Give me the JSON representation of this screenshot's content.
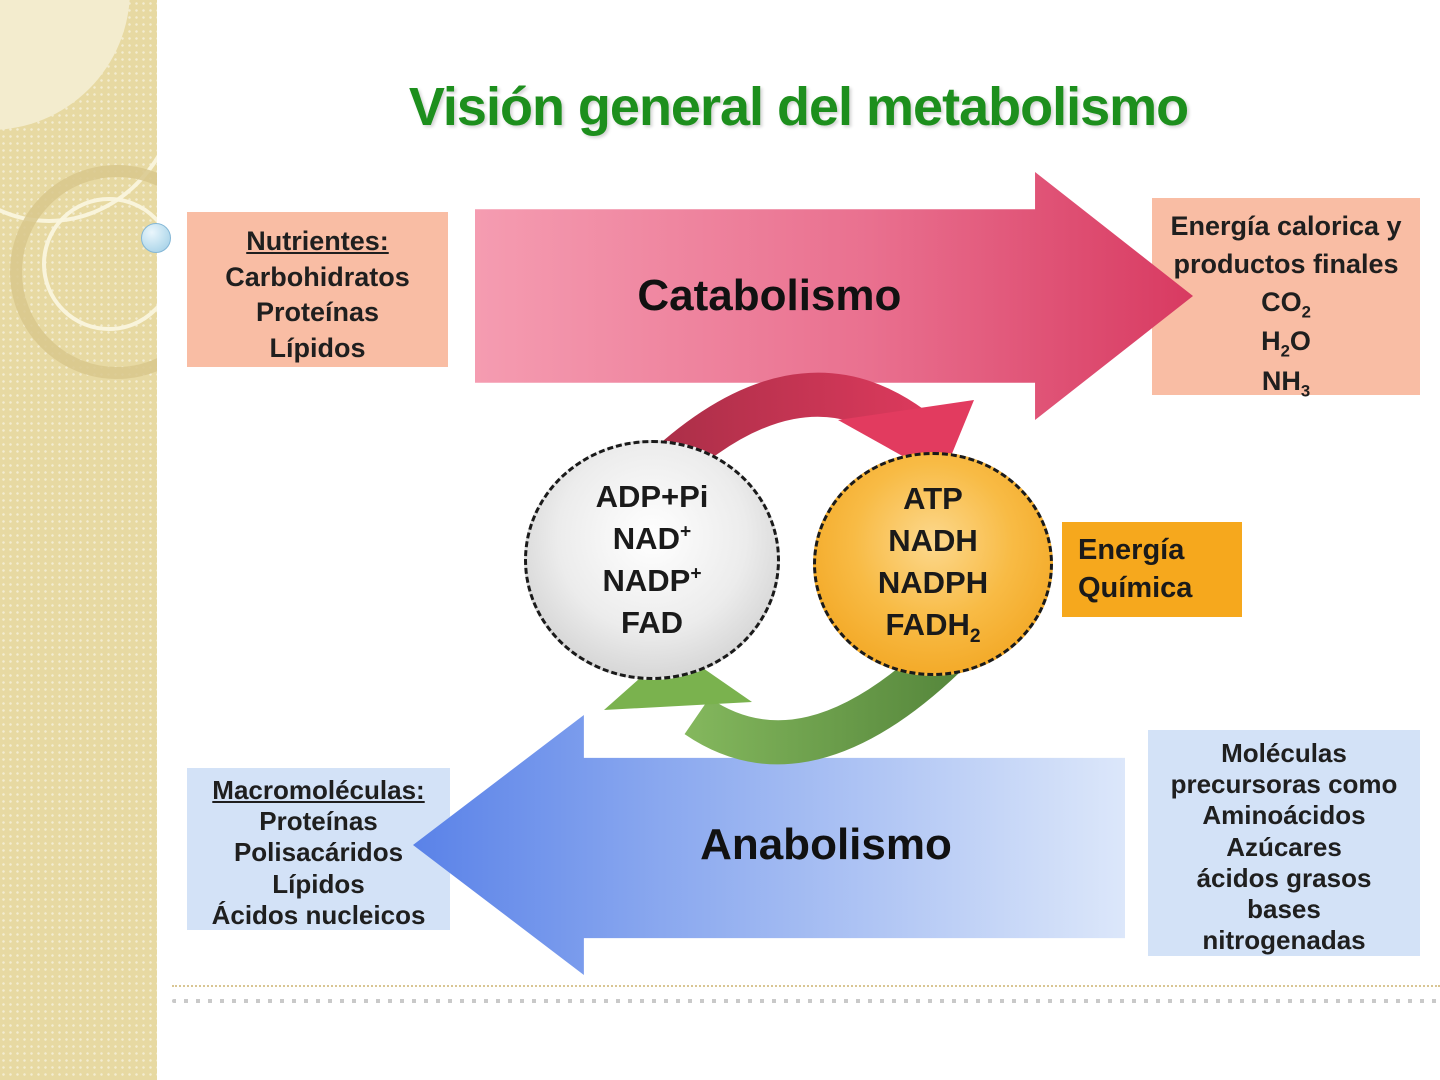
{
  "slide": {
    "title": "Visión general del metabolismo"
  },
  "colors": {
    "title_green": "#1d8f1d",
    "sidebar_beige": "#e7d9a2",
    "panel_pink": "#f9bda4",
    "panel_blue": "#d3e2f7",
    "energia_box_orange": "#f6a81d",
    "catabolism_gradient_from": "#f59cb1",
    "catabolism_gradient_to": "#d83a61",
    "anabolism_gradient_from": "#5a82e8",
    "anabolism_gradient_to": "#dce7fa",
    "cycle_arrow_pink": "#e23b5f",
    "cycle_arrow_green": "#7ab24e"
  },
  "arrows": {
    "catabolismo_label": "Catabolismo",
    "anabolismo_label": "Anabolismo"
  },
  "panels": {
    "nutrientes": {
      "heading": "Nutrientes:",
      "items": [
        "Carbohidratos",
        "Proteínas",
        "Lípidos"
      ]
    },
    "productos": {
      "line1": "Energía calorica y",
      "line2": "productos finales",
      "co2_base": "CO",
      "co2_sub": "2",
      "h2o_a": "H",
      "h2o_sub": "2",
      "h2o_b": "O",
      "nh3_base": "NH",
      "nh3_sub": "3"
    },
    "macromoleculas": {
      "heading": "Macromoléculas:",
      "items": [
        "Proteínas",
        "Polisacáridos",
        "Lípidos",
        "Ácidos nucleicos"
      ]
    },
    "precursoras": {
      "lines": [
        "Moléculas",
        "precursoras como",
        "Aminoácidos",
        "Azúcares",
        "ácidos grasos",
        "bases",
        "nitrogenadas"
      ]
    }
  },
  "cycle": {
    "gray": {
      "line1": "ADP+Pi",
      "line2_base": "NAD",
      "line2_sup": "+",
      "line3_base": "NADP",
      "line3_sup": "+",
      "line4": "FAD"
    },
    "orange": {
      "line1": "ATP",
      "line2": "NADH",
      "line3": "NADPH",
      "line4_base": "FADH",
      "line4_sub": "2"
    },
    "energia_quimica_line1": "Energía",
    "energia_quimica_line2": "Química"
  }
}
